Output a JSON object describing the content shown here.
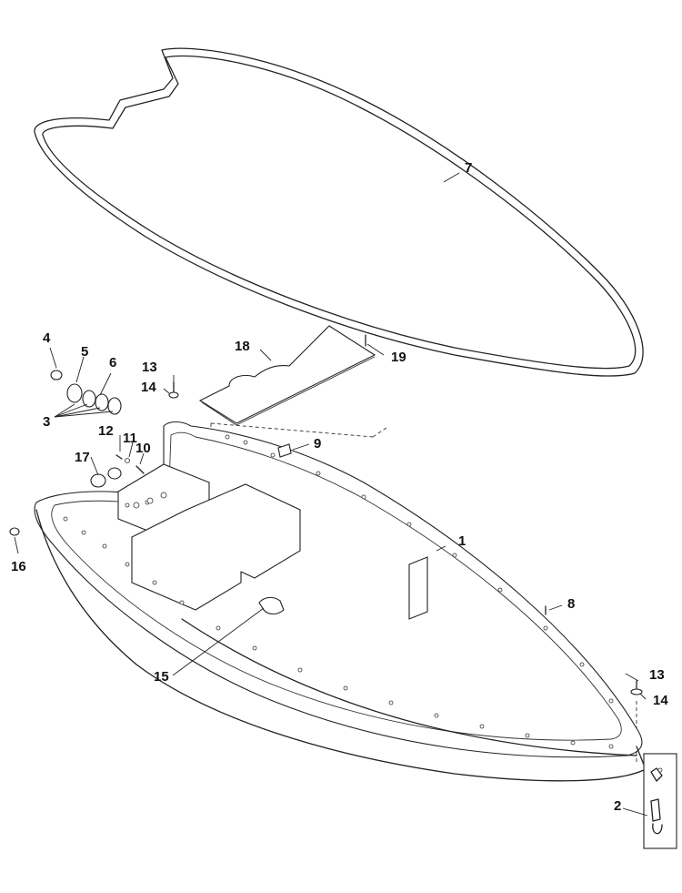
{
  "callouts": [
    {
      "id": "c1",
      "label": "1"
    },
    {
      "id": "c2",
      "label": "2"
    },
    {
      "id": "c3",
      "label": "3"
    },
    {
      "id": "c4",
      "label": "4"
    },
    {
      "id": "c5",
      "label": "5"
    },
    {
      "id": "c6",
      "label": "6"
    },
    {
      "id": "c7",
      "label": "7"
    },
    {
      "id": "c8",
      "label": "8"
    },
    {
      "id": "c9",
      "label": "9"
    },
    {
      "id": "c10",
      "label": "10"
    },
    {
      "id": "c11",
      "label": "11"
    },
    {
      "id": "c12",
      "label": "12"
    },
    {
      "id": "c13a",
      "label": "13"
    },
    {
      "id": "c13b",
      "label": "13"
    },
    {
      "id": "c14a",
      "label": "14"
    },
    {
      "id": "c14b",
      "label": "14"
    },
    {
      "id": "c15",
      "label": "15"
    },
    {
      "id": "c16",
      "label": "16"
    },
    {
      "id": "c17",
      "label": "17"
    },
    {
      "id": "c18",
      "label": "18"
    },
    {
      "id": "c19",
      "label": "19"
    }
  ],
  "colors": {
    "line": "#222222",
    "background": "#ffffff"
  }
}
